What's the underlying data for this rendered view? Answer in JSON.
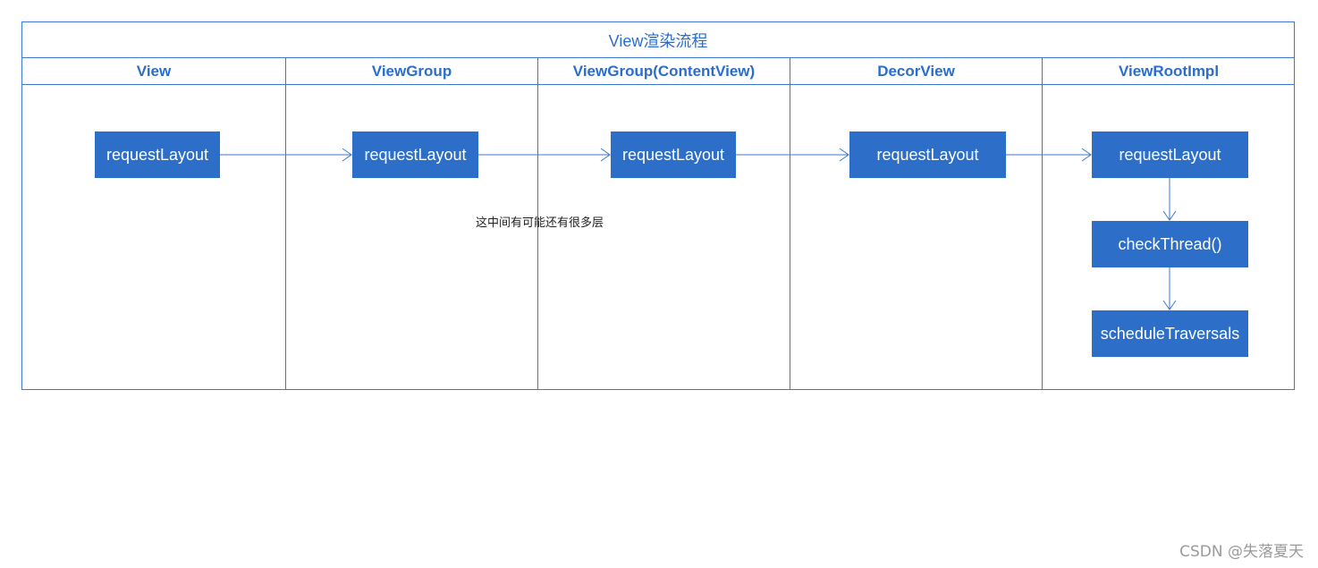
{
  "colors": {
    "accent": "#2a6dd0",
    "node_fill": "#2c6ec8",
    "node_text": "#ffffff",
    "border": "#3a78cf"
  },
  "diagram": {
    "title": "View渲染流程",
    "lanes": [
      "View",
      "ViewGroup",
      "ViewGroup(ContentView)",
      "DecorView",
      "ViewRootImpl"
    ],
    "nodes": {
      "view": "requestLayout",
      "viewgroup": "requestLayout",
      "contentview": "requestLayout",
      "decorview": "requestLayout",
      "viewrootimpl": "requestLayout",
      "check_thread": "checkThread()",
      "schedule": "scheduleTraversals"
    },
    "note": "这中间有可能还有很多层"
  },
  "watermark": "CSDN @失落夏天"
}
